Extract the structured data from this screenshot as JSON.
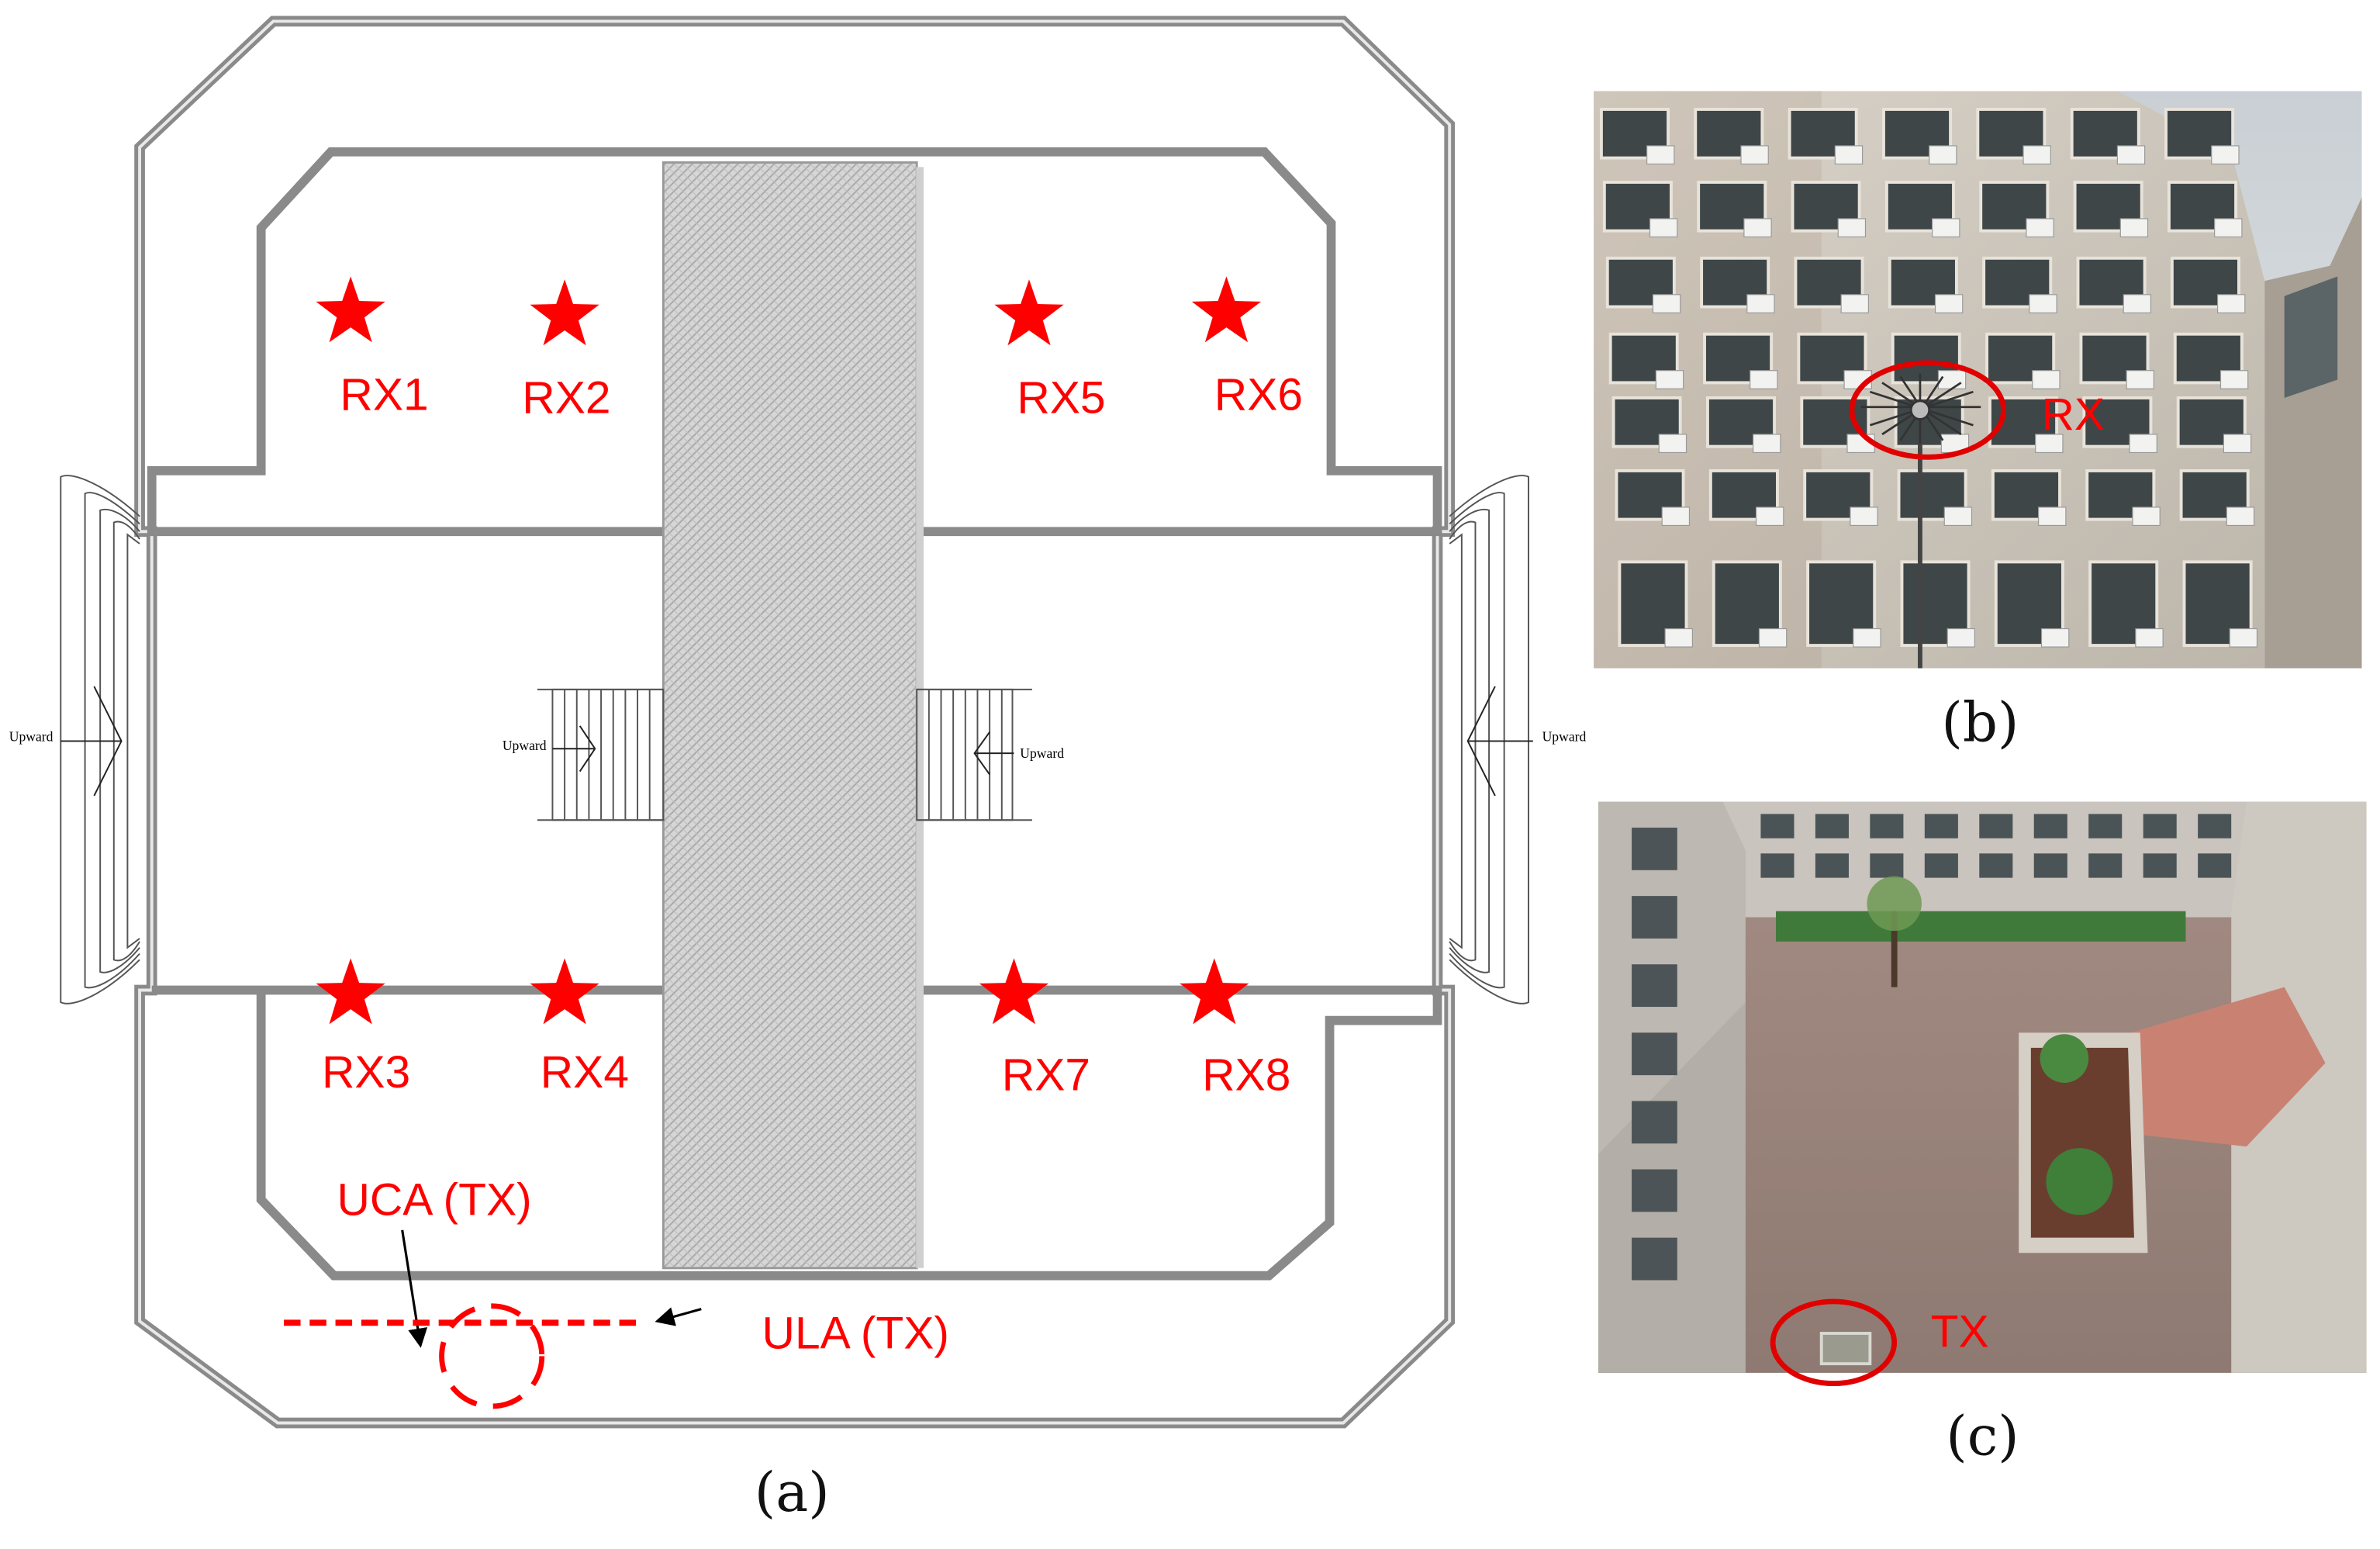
{
  "panel_a": {
    "caption": "(a)",
    "receivers": [
      "RX1",
      "RX2",
      "RX3",
      "RX4",
      "RX5",
      "RX6",
      "RX7",
      "RX8"
    ],
    "uca_label": "UCA (TX)",
    "ula_label": "ULA (TX)",
    "stair_label": "Upward",
    "marker_color": "#ff0000"
  },
  "panel_b": {
    "caption": "(b)",
    "label": "RX"
  },
  "panel_c": {
    "caption": "(c)",
    "label": "TX"
  }
}
